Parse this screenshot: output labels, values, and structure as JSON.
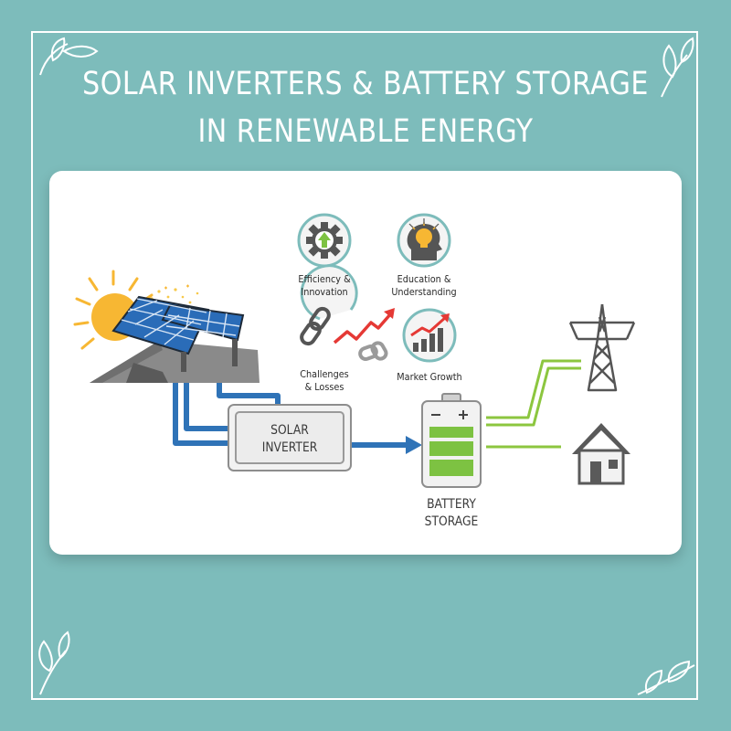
{
  "title": {
    "line1": "SOLAR INVERTERS & BATTERY STORAGE",
    "line2": "IN RENEWABLE ENERGY"
  },
  "labels": {
    "inverter_line1": "SOLAR",
    "inverter_line2": "INVERTER",
    "battery_line1": "BATTERY",
    "battery_line2": "STORAGE",
    "efficiency_line1": "Efficiency &",
    "efficiency_line2": "Innovation",
    "education_line1": "Education &",
    "education_line2": "Understanding",
    "challenges_line1": "Challenges",
    "challenges_line2": "& Losses",
    "market_line1": "Market Growth"
  },
  "colors": {
    "background": "#7dbcbb",
    "card": "#ffffff",
    "solar_line": "#2f73b7",
    "output_line": "#8cc63f",
    "battery_charge": "#7dc242",
    "sun": "#f7b733"
  },
  "icons": [
    "gear-arrow-icon",
    "head-lightbulb-icon",
    "broken-chain-icon",
    "growth-chart-icon",
    "sun-icon",
    "solar-panel-icon",
    "transmission-tower-icon",
    "house-icon",
    "leaf-icon"
  ]
}
